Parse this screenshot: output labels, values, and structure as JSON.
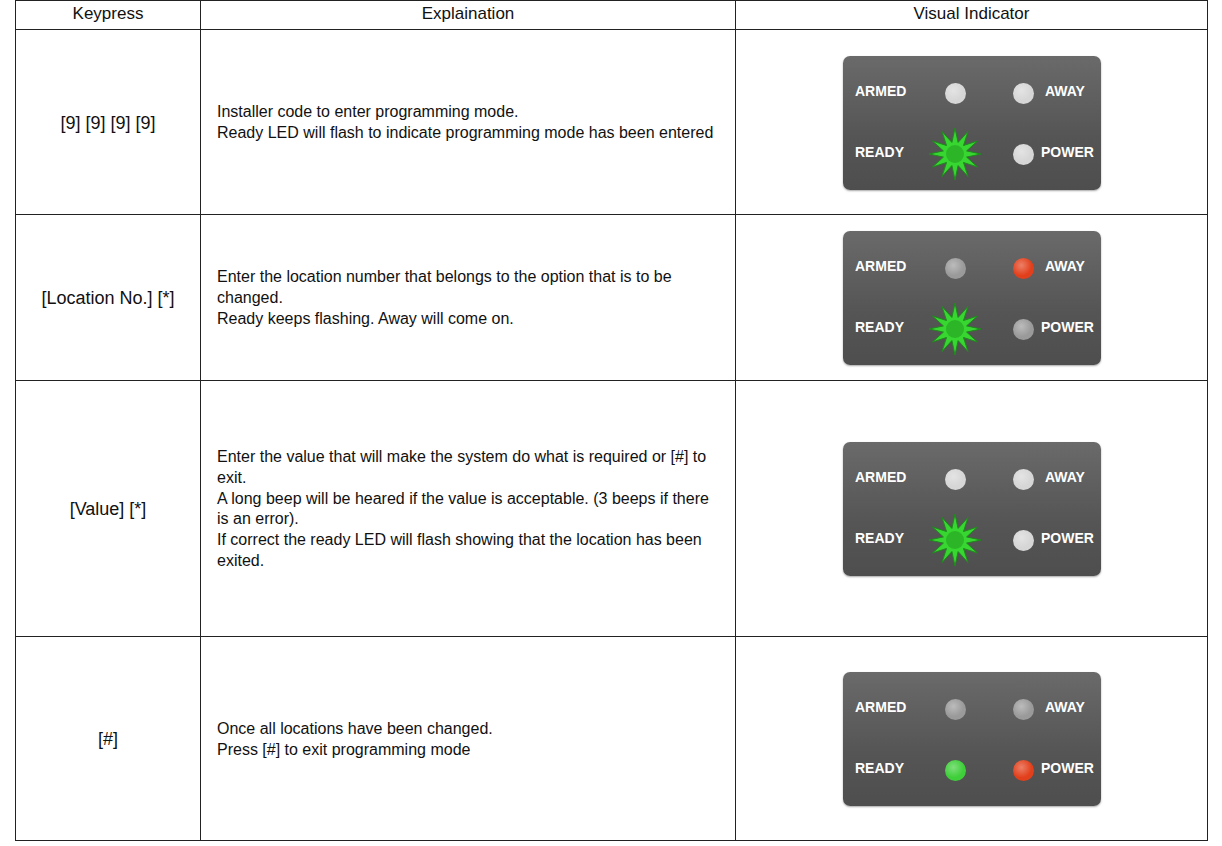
{
  "diagram": {
    "nodes": [
      {
        "text": [
          "ARMED",
          "AWAY",
          "READY",
          "POWER"
        ]
      },
      {
        "text": [
          "ARMED",
          "AWAY",
          "READY",
          "POWER"
        ]
      },
      {
        "text": [
          "ARMED",
          "AWAY",
          "READY",
          "POWER"
        ]
      },
      {
        "text": [
          "ARMED",
          "AWAY",
          "READY",
          "POWER"
        ]
      }
    ],
    "labels": [
      "Keypress",
      "Explaination",
      "Visual Indicator",
      "[9] [9] [9] [9]",
      "Installer code to enter programming mode.",
      "Ready LED will flash to indicate programming mode has been entered",
      "[Location No.] [*]",
      "Enter the location number that belongs to the option that is to be changed.",
      "Ready keeps flashing. Away will come on.",
      "[Value] [*]",
      "Enter the value that will make the system do what is required or [#] to exit.",
      "A long beep will be heared if the value is acceptable. (3 beeps if there is an error).",
      "If correct the ready LED will flash showing that the location has been exited.",
      "[#]",
      "Once all locations have been changed.",
      "Press [#] to exit programming mode"
    ]
  }
}
